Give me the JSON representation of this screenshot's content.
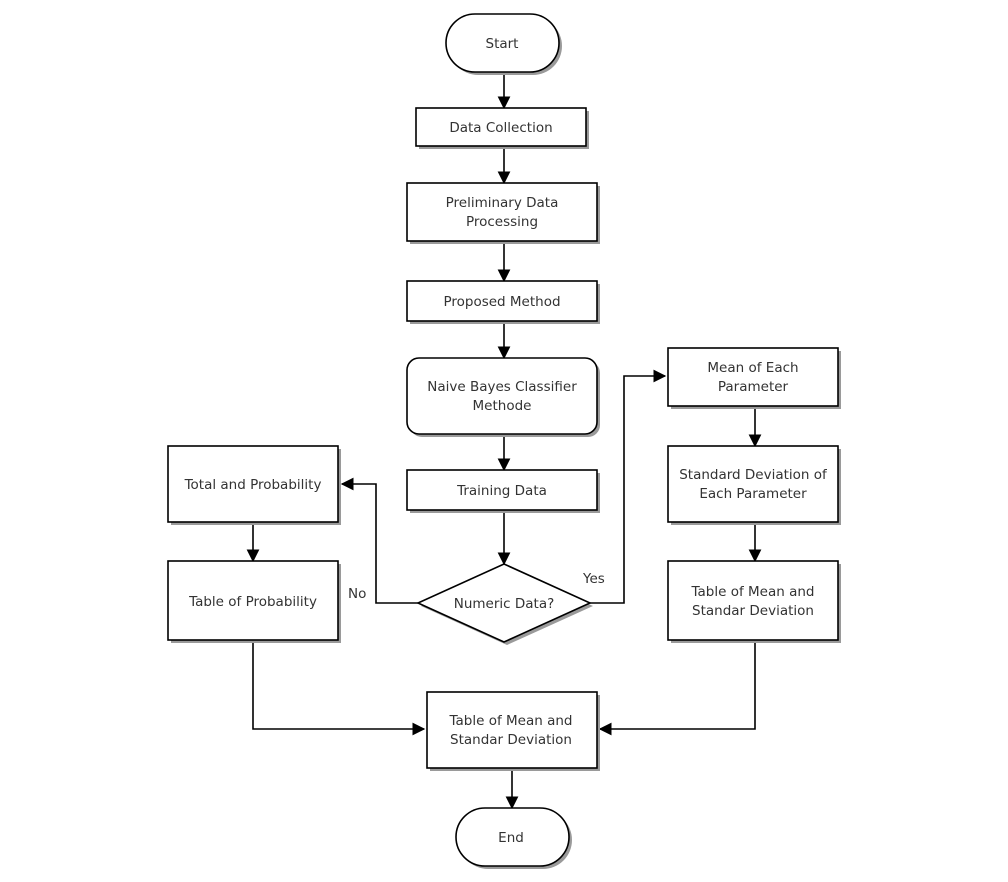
{
  "nodes": {
    "start": [
      "Start"
    ],
    "data_collection": [
      "Data Collection"
    ],
    "preliminary": [
      "Preliminary Data",
      "Processing"
    ],
    "proposed": [
      "Proposed Method"
    ],
    "naive_bayes": [
      "Naive Bayes Classifier",
      "Methode"
    ],
    "training": [
      "Training Data"
    ],
    "decision": [
      "Numeric Data?"
    ],
    "total_prob": [
      "Total and Probability"
    ],
    "table_prob": [
      "Table of Probability"
    ],
    "mean_param": [
      "Mean of Each",
      "Parameter"
    ],
    "std_param": [
      "Standard Deviation of",
      "Each Parameter"
    ],
    "table_mean_std": [
      "Table of Mean and",
      "Standar Deviation"
    ],
    "table_final": [
      "Table of Mean and",
      "Standar Deviation"
    ],
    "end": [
      "End"
    ]
  },
  "edge_labels": {
    "no": "No",
    "yes": "Yes"
  }
}
